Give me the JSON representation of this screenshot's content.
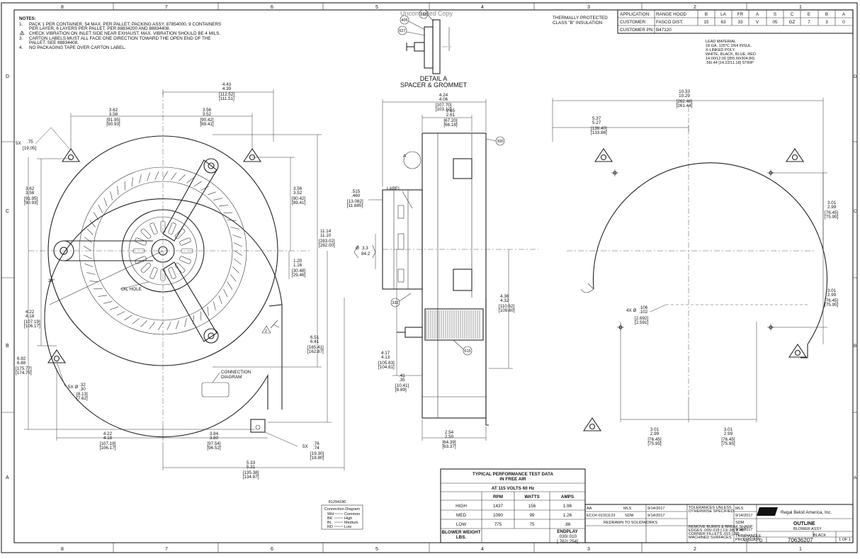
{
  "watermark": "Uncontrolled Copy",
  "grid": {
    "cols": [
      "8",
      "7",
      "6",
      "5",
      "4",
      "3",
      "2",
      "1"
    ],
    "rows": [
      "D",
      "C",
      "B",
      "A"
    ]
  },
  "notes": {
    "title": "NOTES:",
    "items": [
      {
        "num": "1.",
        "lines": [
          "PACK 1 PER CONTAINER, 54 MAX. PER PALLET, PACKING ASSY. 87854000, 9 CONTAINERS",
          "PER LAYER, 6 LAYERS PER PALLET, PER 88834200 AND 88834408."
        ]
      },
      {
        "num": "2.",
        "lines": [
          "CHECK VIBRATION ON INLET SIDE NEAR EXHAUST. MAX. VIBRATION SHOULD BE 4 MILS."
        ]
      },
      {
        "num": "3.",
        "lines": [
          "CARTON LABELS MUST ALL FACE ONE DIRECTION TOWARD THE OPEN END OF THE",
          "PALLET. SEE 88834408."
        ]
      },
      {
        "num": "4.",
        "lines": [
          "NO PACKAGING TAPE OVER CARTON LABEL."
        ]
      }
    ]
  },
  "insulation": [
    "THERMALLY PROTECTED",
    "CLASS \"B\" INSULATION"
  ],
  "app_table": {
    "rows": [
      {
        "label": "APPLICATION:",
        "value": "RANGE HOOD",
        "codes_head": [
          "B",
          "LA",
          "FR",
          "A",
          "S",
          "C",
          "E",
          "B",
          "A"
        ]
      },
      {
        "label": "CUSTOMER:",
        "value": "FASCO DIST.",
        "codes": [
          "15",
          "63",
          "33",
          "V",
          "05",
          "GZ",
          "7",
          "3",
          "0"
        ]
      },
      {
        "label": "CUSTOMER PN:",
        "value": "B47120"
      }
    ]
  },
  "lead_note": [
    "LEAD MATERIAL",
    "18 GA. 125°C 2/64 INSUL.",
    "X-LINKED POLY.",
    "WHITE, BLACK, BLUE, RED",
    "14.00/12.00 [355.60/304.80]",
    ".56/.44 [14.22/11.18] STRIP"
  ],
  "detail_a": {
    "title": [
      "DETAIL A",
      "SPACER & GROMMET"
    ],
    "balloons": [
      "405",
      "160",
      "627"
    ]
  },
  "front_view": {
    "dims": {
      "top_overall": [
        "4.43",
        "4.39",
        "[112.52]",
        "[111.51]"
      ],
      "top_left": [
        "3.62",
        "3.58",
        "[91.95]",
        "[90.93]"
      ],
      "top_right": [
        "3.56",
        "3.52",
        "[90.42]",
        "[89.41]"
      ],
      "slot": [
        "5X",
        "[19.05]",
        ".75"
      ],
      "left_upper": [
        "3.62",
        "3.58",
        "[91.95]",
        "[90.93]"
      ],
      "right_upper": [
        "3.56",
        "3.52",
        "[90.42]",
        "[89.41]"
      ],
      "height": [
        "11.14",
        "11.10",
        "[283.02]",
        "[282.00]"
      ],
      "hub": [
        "1.20",
        "1.16",
        "[30.48]",
        "[29.46]"
      ],
      "left_lower": [
        "4.22",
        "4.18",
        "[107.19]",
        "[106.17]"
      ],
      "left_total": [
        "6.92",
        "6.88",
        "[175.77]",
        "[174.75]"
      ],
      "right_lower": [
        "6.51",
        "6.41",
        "[165.41]",
        "[162.87]"
      ],
      "hole": [
        "5X Ø",
        ".32",
        ".30",
        "[8.13]",
        "[7.62]"
      ],
      "bottom_left": [
        "4.22",
        "4.18",
        "[107.19]",
        "[106.17]"
      ],
      "bottom_mid": [
        "3.84",
        "3.80",
        "[97.54]",
        "[96.52]"
      ],
      "bottom_total": [
        "5.33",
        "5.31",
        "[135.38]",
        "[134.87]"
      ],
      "tab": [
        "5X",
        ".76",
        ".74",
        "[19.30]",
        "[18.80]"
      ],
      "angle": "28°"
    },
    "labels": {
      "oil_hole": "OIL HOLE",
      "connection": [
        "CONNECTION",
        "DIAGRAM"
      ],
      "callout": "2"
    }
  },
  "side_view": {
    "dims": {
      "top_overall": [
        "4.24",
        "4.06",
        "[107.70]",
        "[103.12]"
      ],
      "top_partial": [
        "2.65",
        "2.61",
        "[67.20]",
        "[66.18]"
      ],
      "depth": [
        ".515",
        ".460",
        "[13.082]",
        "[11.685]"
      ],
      "dia": [
        "Ø",
        "3.3",
        "84.2"
      ],
      "right": [
        "4.36",
        "4.32",
        "[110.62]",
        "[109.60]"
      ],
      "lower": [
        "4.17",
        "4.13",
        "[105.83]",
        "[104.81]"
      ],
      "small": [
        ".41",
        ".35",
        "[10.41]",
        "[8.89]"
      ],
      "bottom": [
        "2.54",
        "2.50",
        "[64.39]",
        "[63.37]"
      ]
    },
    "labels": {
      "label": "LABEL",
      "a": "A",
      "balloons": [
        "300",
        "332",
        "615"
      ]
    }
  },
  "back_view": {
    "dims": {
      "top_overall": [
        "10.33",
        "10.29",
        "[262.46]",
        "[261.44]"
      ],
      "top_partial": [
        "5.37",
        "5.27",
        "[136.40]",
        "[133.86]"
      ],
      "right_upper": [
        "3.01",
        "2.99",
        "[76.45]",
        "[75.95]"
      ],
      "right_lower": [
        "3.01",
        "2.99",
        "[76.45]",
        "[75.95]"
      ],
      "holes": [
        "4X Ø",
        ".106",
        ".102",
        "[2.692]",
        "[2.591]"
      ],
      "bottom_left": [
        "3.01",
        "2.99",
        "[76.45]",
        "[75.95]"
      ],
      "bottom_right": [
        "3.01",
        "2.99",
        "[76.45]",
        "[75.95]"
      ]
    }
  },
  "connection_diagram": {
    "part": "81294186",
    "title": "Connection Diagram",
    "rows": [
      {
        "wire": "WH",
        "name": "Common"
      },
      {
        "wire": "BK",
        "name": "High"
      },
      {
        "wire": "BL",
        "name": "Medium"
      },
      {
        "wire": "RD",
        "name": "Low"
      }
    ]
  },
  "performance": {
    "title": [
      "TYPICAL PERFORMANCE TEST DATA",
      "IN FREE AIR"
    ],
    "condition": "AT 115 VOLTS 60 Hz",
    "headers": [
      "RPM",
      "WATTS",
      "AMPS"
    ],
    "rows": [
      {
        "label": "HIGH",
        "values": [
          "1437",
          "156",
          "1.96"
        ]
      },
      {
        "label": "MED",
        "values": [
          "1090",
          "99",
          "1.26"
        ]
      },
      {
        "label": "LOW",
        "values": [
          "775",
          "75",
          ".86"
        ]
      }
    ],
    "weight_label": [
      "BLOWER WEIGHT",
      "LBS."
    ],
    "endplay": [
      "ENDPLAY",
      ".030/.010",
      "[.762/.254]"
    ]
  },
  "title_block": {
    "company": "Regal Beloit America, Inc.",
    "title": "OUTLINE",
    "subtitle": "BLOWER ASSY",
    "finish": "BLACK",
    "drawing_number": "70636207",
    "size": "D",
    "sheet": "1 OF 1",
    "redrawn": "REDRAWN TO SOLIDWORKS",
    "drawn_by": "MLS",
    "date": "9/14/2017",
    "approved": "SDM",
    "eco": "ECO#-01311123",
    "rev": "AA",
    "third_angle": [
      "THIRD ANGLE",
      "PROJECTION"
    ],
    "tolerances": [
      "TOLERANCES UNLESS",
      "OTHERWISE SPECIFIED",
      "REMOVE BURRS & BREAK SHARP",
      "EDGES .005/.015 [.13/.38] X 45°",
      "CORNER FILLETS .015 [.38]",
      "MACHINED SURFACES"
    ]
  }
}
